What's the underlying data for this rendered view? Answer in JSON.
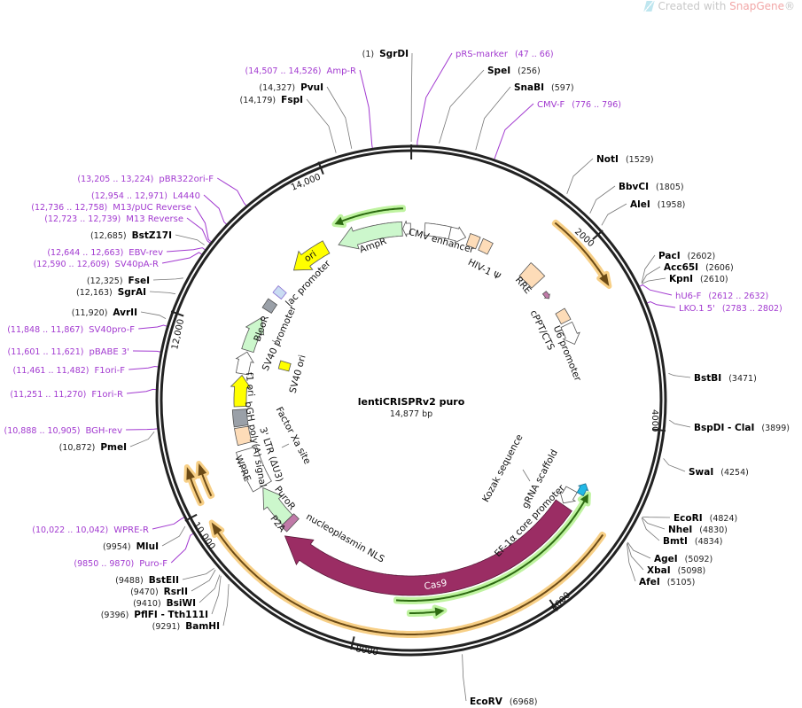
{
  "watermark": {
    "prefix": "Created with ",
    "brand": "SnapGene",
    "suffix": "®"
  },
  "map": {
    "title": "lentiCRISPRv2 puro",
    "size": "14,877 bp"
  },
  "ticks": [
    "2000",
    "4000",
    "6000",
    "8000",
    "10,000",
    "12,000",
    "14,000"
  ],
  "sites": [
    {
      "name": "SgrDI",
      "pos": "(1)"
    },
    {
      "name": "PvuI",
      "pos": "(14,327)"
    },
    {
      "name": "FspI",
      "pos": "(14,179)"
    },
    {
      "name": "SpeI",
      "pos": "(256)"
    },
    {
      "name": "SnaBI",
      "pos": "(597)"
    },
    {
      "name": "NotI",
      "pos": "(1529)"
    },
    {
      "name": "BbvCI",
      "pos": "(1805)"
    },
    {
      "name": "AleI",
      "pos": "(1958)"
    },
    {
      "name": "PacI",
      "pos": "(2602)"
    },
    {
      "name": "Acc65I",
      "pos": "(2606)"
    },
    {
      "name": "KpnI",
      "pos": "(2610)"
    },
    {
      "name": "BstBI",
      "pos": "(3471)"
    },
    {
      "name": "BspDI - ClaI",
      "pos": "(3899)"
    },
    {
      "name": "SwaI",
      "pos": "(4254)"
    },
    {
      "name": "EcoRI",
      "pos": "(4824)"
    },
    {
      "name": "NheI",
      "pos": "(4830)"
    },
    {
      "name": "BmtI",
      "pos": "(4834)"
    },
    {
      "name": "AgeI",
      "pos": "(5092)"
    },
    {
      "name": "XbaI",
      "pos": "(5098)"
    },
    {
      "name": "AfeI",
      "pos": "(5105)"
    },
    {
      "name": "EcoRV",
      "pos": "(6968)"
    },
    {
      "name": "BamHI",
      "pos": "(9291)"
    },
    {
      "name": "PflFI - Tth111I",
      "pos": "(9396)"
    },
    {
      "name": "BsiWI",
      "pos": "(9410)"
    },
    {
      "name": "RsrII",
      "pos": "(9470)"
    },
    {
      "name": "BstEII",
      "pos": "(9488)"
    },
    {
      "name": "MluI",
      "pos": "(9954)"
    },
    {
      "name": "PmeI",
      "pos": "(10,872)"
    },
    {
      "name": "AvrII",
      "pos": "(11,920)"
    },
    {
      "name": "SgrAI",
      "pos": "(12,163)"
    },
    {
      "name": "FseI",
      "pos": "(12,325)"
    },
    {
      "name": "BstZ17I",
      "pos": "(12,685)"
    }
  ],
  "primers": [
    {
      "name": "Amp-R",
      "range": "(14,507 .. 14,526)"
    },
    {
      "name": "pRS-marker",
      "range": "(47 .. 66)"
    },
    {
      "name": "CMV-F",
      "range": "(776 .. 796)"
    },
    {
      "name": "hU6-F",
      "range": "(2612 .. 2632)"
    },
    {
      "name": "LKO.1 5'",
      "range": "(2783 .. 2802)"
    },
    {
      "name": "Puro-F",
      "range": "(9850 .. 9870)"
    },
    {
      "name": "WPRE-R",
      "range": "(10,022 .. 10,042)"
    },
    {
      "name": "BGH-rev",
      "range": "(10,888 .. 10,905)"
    },
    {
      "name": "F1ori-R",
      "range": "(11,251 .. 11,270)"
    },
    {
      "name": "F1ori-F",
      "range": "(11,461 .. 11,482)"
    },
    {
      "name": "pBABE 3'",
      "range": "(11,601 .. 11,621)"
    },
    {
      "name": "SV40pro-F",
      "range": "(11,848 .. 11,867)"
    },
    {
      "name": "SV40pA-R",
      "range": "(12,590 .. 12,609)"
    },
    {
      "name": "EBV-rev",
      "range": "(12,644 .. 12,663)"
    },
    {
      "name": "M13 Reverse",
      "range": "(12,723 .. 12,739)"
    },
    {
      "name": "M13/pUC Reverse",
      "range": "(12,736 .. 12,758)"
    },
    {
      "name": "L4440",
      "range": "(12,954 .. 12,971)"
    },
    {
      "name": "pBR322ori-F",
      "range": "(13,205 .. 13,224)"
    }
  ],
  "features": {
    "ampr": "AmpR",
    "cmv": "CMV enhancer",
    "hiv": "HIV-1 Ψ",
    "rre": "RRE",
    "cppt": "cPPT/CTS",
    "u6": "U6 promoter",
    "ori": "ori",
    "lac": "lac promoter",
    "bleor": "BleoR",
    "sv40p": "SV40 promoter",
    "sv40ori": "SV40 ori",
    "f1ori": "f1 ori",
    "bgh": "bGH poly(A) signal",
    "ltr": "3' LTR (ΔU3)",
    "wpre": "WPRE",
    "fxa": "Factor Xa site",
    "puror": "PuroR",
    "p2a": "P2A",
    "nls": "nucleoplasmin NLS",
    "cas9": "Cas9",
    "ef1a": "EF-1α core promoter",
    "grna": "gRNA scaffold",
    "kozak": "Kozak sequence"
  },
  "colors": {
    "ring": "#222222",
    "primer": "#a23ad0",
    "cas9": "#9b2d64",
    "marker": "#a0f07a",
    "orf_line": "#f5c36a"
  }
}
